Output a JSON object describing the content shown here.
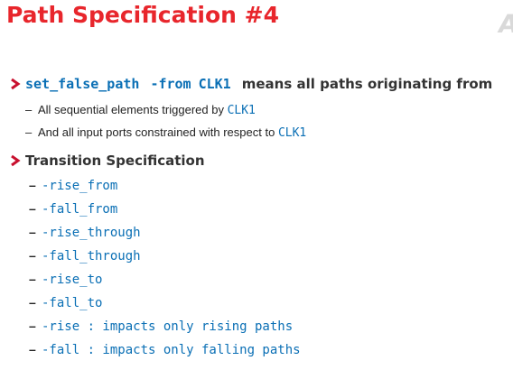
{
  "title": "Path Specification #4",
  "logo_letter": "A",
  "bullet1": {
    "cmd": "set_false_path",
    "flag": "-from",
    "clock": "CLK1",
    "text": "means all paths originating from"
  },
  "sub_items": [
    {
      "text": "All sequential elements triggered by",
      "code": "CLK1"
    },
    {
      "text": "And all input ports constrained with respect to",
      "code": "CLK1"
    }
  ],
  "bullet2": {
    "text": "Transition Specification"
  },
  "options": [
    "-rise_from",
    "-fall_from",
    "-rise_through",
    "-fall_through",
    "-rise_to",
    "-fall_to",
    "-rise : impacts only rising paths",
    "-fall : impacts only falling paths"
  ],
  "colors": {
    "title": "#e8262c",
    "bullet_arrow": "#c8102e",
    "code": "#0a6fb5"
  }
}
